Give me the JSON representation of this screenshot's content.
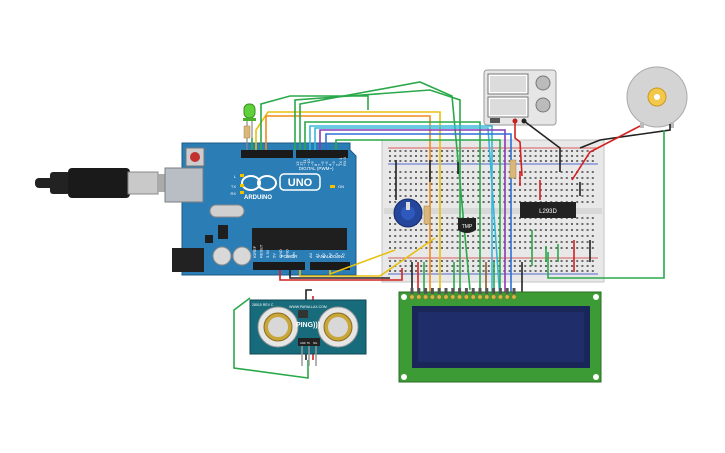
{
  "arduino": {
    "brand": "ARDUINO",
    "model": "UNO",
    "digital_header": "DIGITAL (PWM~)",
    "power_header": "POWER",
    "analog_header": "ANALOG IN",
    "led_labels": [
      "L",
      "TX",
      "RX"
    ],
    "on_label": "ON",
    "aref": "AREF",
    "gnd": "GND",
    "digital_pins": [
      "13",
      "12",
      "~11",
      "~10",
      "~9",
      "8",
      "7",
      "~6",
      "~5",
      "4",
      "~3",
      "2",
      "TX 1",
      "RX 0"
    ],
    "power_pins": [
      "IOREF",
      "RESET",
      "3.3V",
      "5V",
      "GND",
      "GND",
      "Vin"
    ],
    "analog_pins": [
      "A0",
      "A1",
      "A2",
      "A3",
      "A4",
      "A5"
    ]
  },
  "ic_label": "L293D",
  "sensor_label": "TMP",
  "ping_sensor": {
    "title": "PING)))",
    "url": "WWW.PARALLAX.COM",
    "rev": "28015 REV C",
    "pin_labels": [
      "GND",
      "5V",
      "SIG"
    ]
  },
  "colors": {
    "arduino_board": "#2b7db5",
    "breadboard": "#e8e8e8",
    "lcd_board": "#3d9b35",
    "lcd_screen": "#1f2d6b",
    "ping_board": "#176b7a",
    "wire_green": "#2aa84a",
    "wire_orange": "#f08a1c",
    "wire_yellow": "#e8c010",
    "wire_red": "#d42020",
    "wire_purple": "#8a3ab5",
    "wire_blue": "#2f6fd6",
    "wire_cyan": "#38b8d8",
    "wire_brown": "#8a5a2a",
    "wire_black": "#222222"
  }
}
